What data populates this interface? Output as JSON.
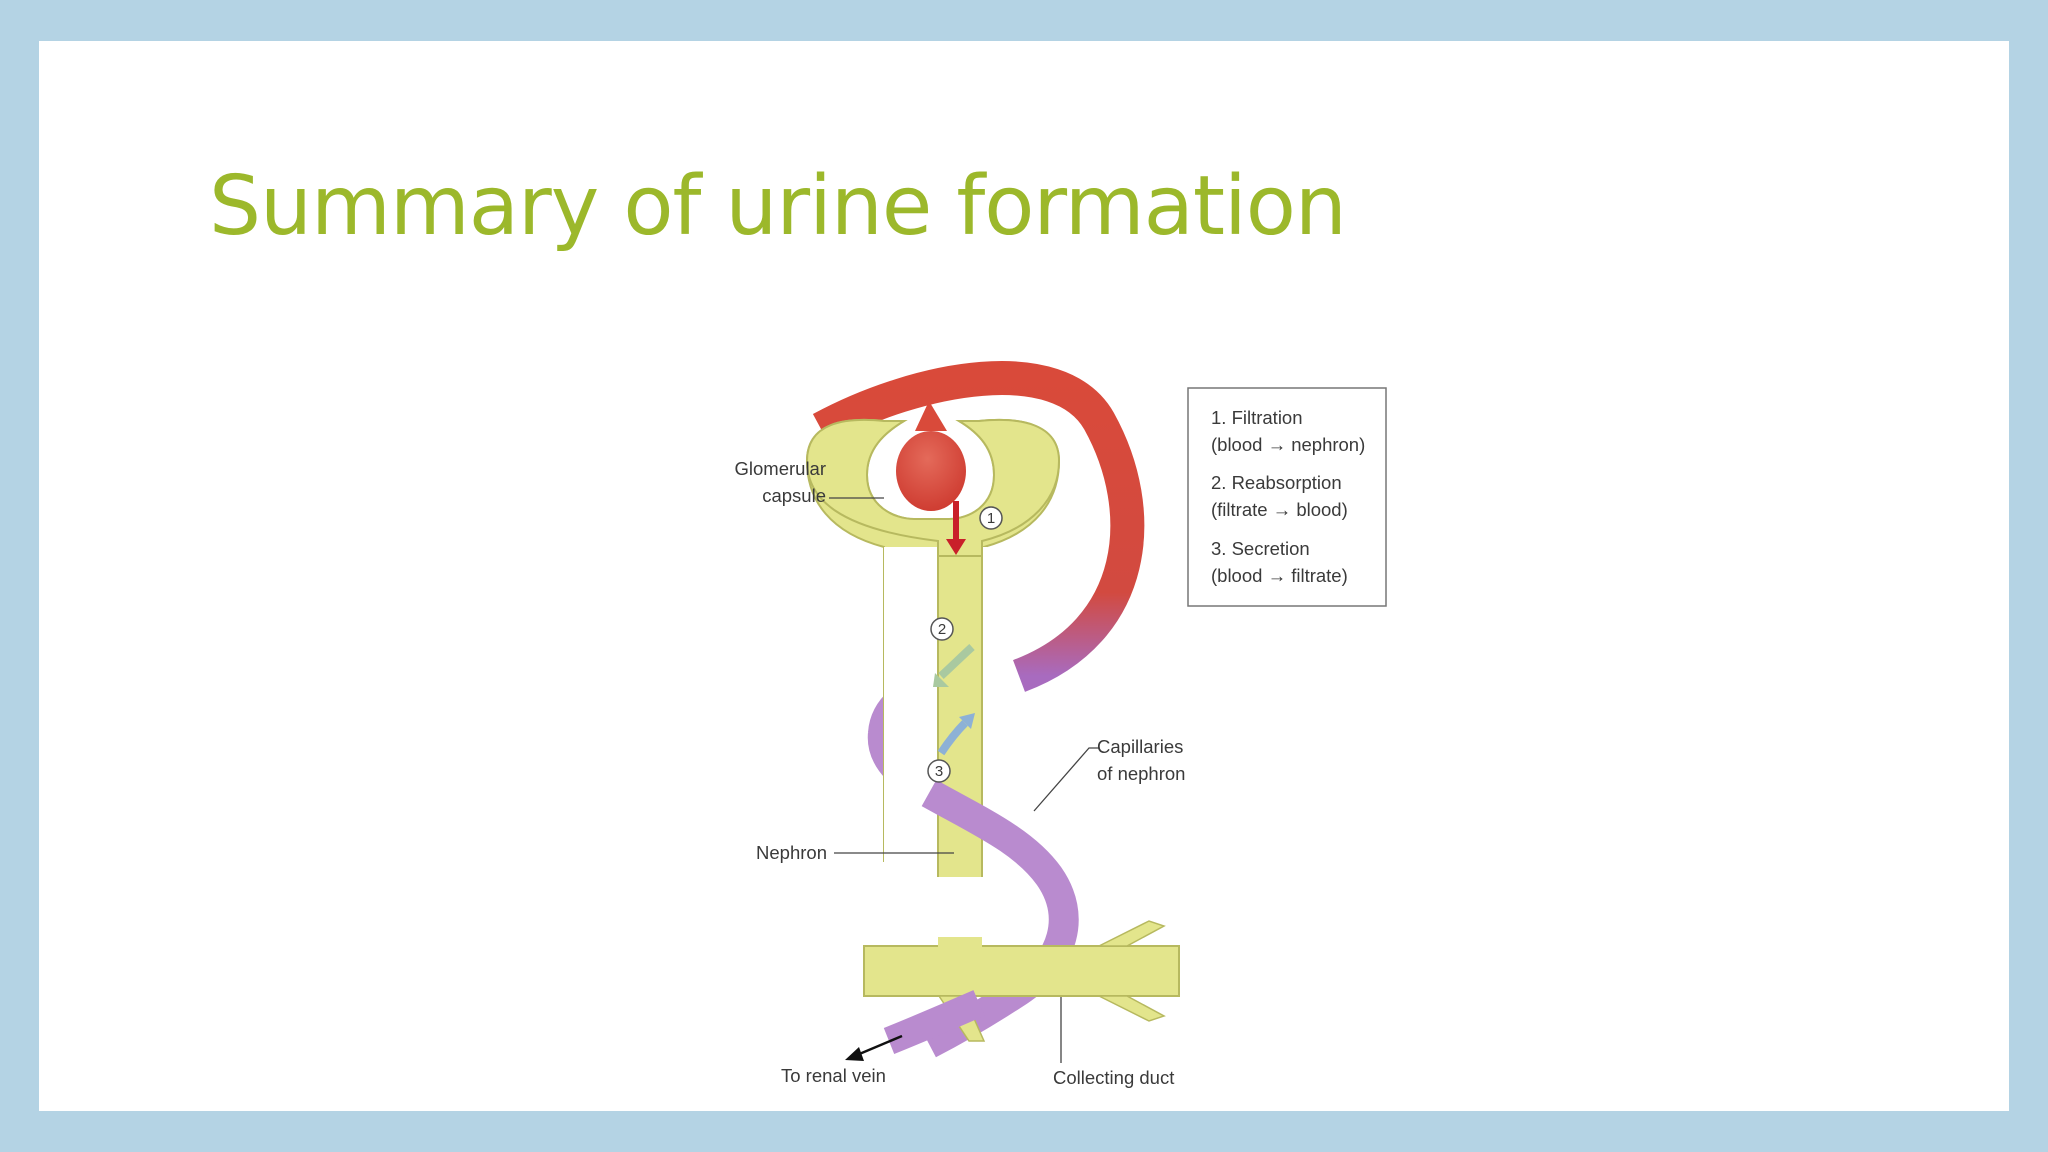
{
  "slide": {
    "title": "Summary of urine formation"
  },
  "diagram": {
    "labels": {
      "glomerular_capsule_line1": "Glomerular",
      "glomerular_capsule_line2": "capsule",
      "capillaries_line1": "Capillaries",
      "capillaries_line2": "of nephron",
      "nephron": "Nephron",
      "to_renal_vein": "To renal vein",
      "collecting_duct": "Collecting duct"
    },
    "markers": {
      "filtration": "1",
      "reabsorption": "2",
      "secretion": "3"
    },
    "legend": {
      "item1_title": "1. Filtration",
      "item1_detail": "(blood → nephron)",
      "item2_title": "2. Reabsorption",
      "item2_detail": "(filtrate → blood)",
      "item3_title": "3. Secretion",
      "item3_detail": "(blood → filtrate)"
    },
    "colors": {
      "nephron": "#e3e58c",
      "artery": "#d94a3a",
      "capillary": "#b98bcf",
      "filtration_arrow": "#c9202a",
      "reabsorption_arrow": "#a9c9a0",
      "secretion_arrow": "#8db1d6"
    }
  }
}
